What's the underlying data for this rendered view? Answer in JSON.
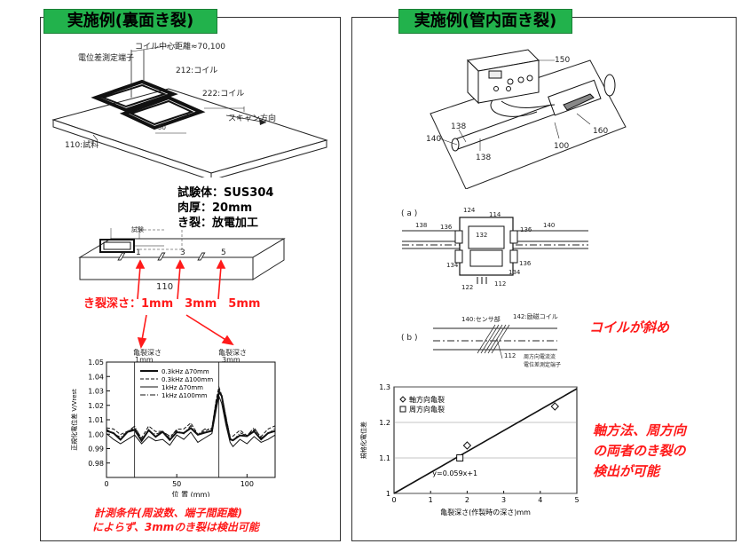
{
  "left": {
    "title": "実施例(裏面き裂)",
    "fig_labels": {
      "coil_center": "コイル中心距離≈70,100",
      "voltage_terminal": "電位差測定端子",
      "coil212": "212:コイル",
      "coil222": "222:コイル",
      "scan": "スキャン方向",
      "sample110": "110:試料",
      "dim50": "50",
      "dim5": "5"
    },
    "specs": [
      "試験体：SUS304",
      "肉厚：20mm",
      "き裂：放電加工"
    ],
    "specimen_labels": {
      "num110": "110",
      "n1": "1",
      "n3": "3",
      "n5": "5",
      "probe": "試験"
    },
    "crack_depth": "き裂深さ：1mm　3mm　5mm",
    "arrow_label_1": {
      "line1": "亀裂深さ",
      "line2": "1mm"
    },
    "arrow_label_2": {
      "line1": "亀裂深さ",
      "line2": "3mm"
    },
    "footer": [
      "計測条件(周波数、端子間距離)",
      "によらず、3mmのき裂は検出可能"
    ]
  },
  "right": {
    "title": "実施例(管内面き裂)",
    "photo_labels": {
      "n150": "150",
      "n140": "140",
      "n138a": "138",
      "n138b": "138",
      "n100": "100",
      "n160": "160"
    },
    "section_a": {
      "tag": "( a )",
      "labels": {
        "n124": "124",
        "n114": "114",
        "n138": "138",
        "n136a": "136",
        "n132": "132",
        "n136b": "136",
        "n140": "140",
        "n134a": "134",
        "n136c": "136",
        "n134b": "134",
        "n122": "122",
        "n112": "112"
      }
    },
    "section_b": {
      "tag": "( b )",
      "labels": {
        "n140": "140:センサ部",
        "n142": "142:励磁コイル",
        "n112": "112",
        "terminal": "電位差測定端子",
        "terminal2": "周方向電流流"
      }
    },
    "note_coil": "コイルが斜め",
    "note_detect": [
      "軸方法、周方向",
      "の両者のき裂の",
      "検出が可能"
    ]
  },
  "chart_data": [
    {
      "type": "line",
      "xlabel": "位 置 (mm)",
      "ylabel": "正規化電位差 V/Vrest",
      "xlim": [
        0,
        120
      ],
      "ylim": [
        0.97,
        1.05
      ],
      "xticks": [
        0,
        50,
        100
      ],
      "yticks": [
        0.98,
        0.99,
        1.0,
        1.01,
        1.02,
        1.03,
        1.04,
        1.05
      ],
      "series": [
        {
          "name": "0.3kHz Δ70mm",
          "style": "solid-bold"
        },
        {
          "name": "0.3kHz Δ100mm",
          "style": "dashed"
        },
        {
          "name": "1kHz Δ70mm",
          "style": "solid"
        },
        {
          "name": "1kHz Δ100mm",
          "style": "dash-dot"
        }
      ],
      "x": [
        0,
        5,
        10,
        15,
        20,
        25,
        30,
        35,
        40,
        45,
        50,
        55,
        60,
        65,
        70,
        75,
        78,
        80,
        82,
        85,
        88,
        90,
        95,
        100,
        105,
        110,
        115,
        120
      ],
      "base_y": [
        1.004,
        1.0,
        0.997,
        1.0,
        1.003,
        0.997,
        1.002,
        0.999,
        1.0,
        0.996,
        1.003,
        1.0,
        1.005,
        0.998,
        1.001,
        1.004,
        1.02,
        1.03,
        1.025,
        1.01,
        0.998,
        0.995,
        1.0,
        0.997,
        1.002,
        0.998,
        1.0,
        1.003
      ],
      "markers": [
        {
          "x": 20,
          "label": "亀裂深さ 1mm"
        },
        {
          "x": 80,
          "label": "亀裂深さ 3mm"
        }
      ]
    },
    {
      "type": "scatter",
      "xlabel": "亀裂深さ(作製時の深さ)mm",
      "ylabel": "規格化電位差",
      "xlim": [
        0,
        5
      ],
      "ylim": [
        1,
        1.3
      ],
      "xticks": [
        0,
        1,
        2,
        3,
        4,
        5
      ],
      "yticks": [
        1,
        1.1,
        1.2,
        1.3
      ],
      "series": [
        {
          "name": "軸方向亀裂",
          "marker": "diamond",
          "points": [
            [
              2,
              1.135
            ],
            [
              4.4,
              1.245
            ]
          ]
        },
        {
          "name": "周方向亀裂",
          "marker": "square",
          "points": [
            [
              1.8,
              1.1
            ]
          ]
        }
      ],
      "fit": {
        "label": "y=0.059x+1",
        "slope": 0.059,
        "intercept": 1
      }
    }
  ]
}
